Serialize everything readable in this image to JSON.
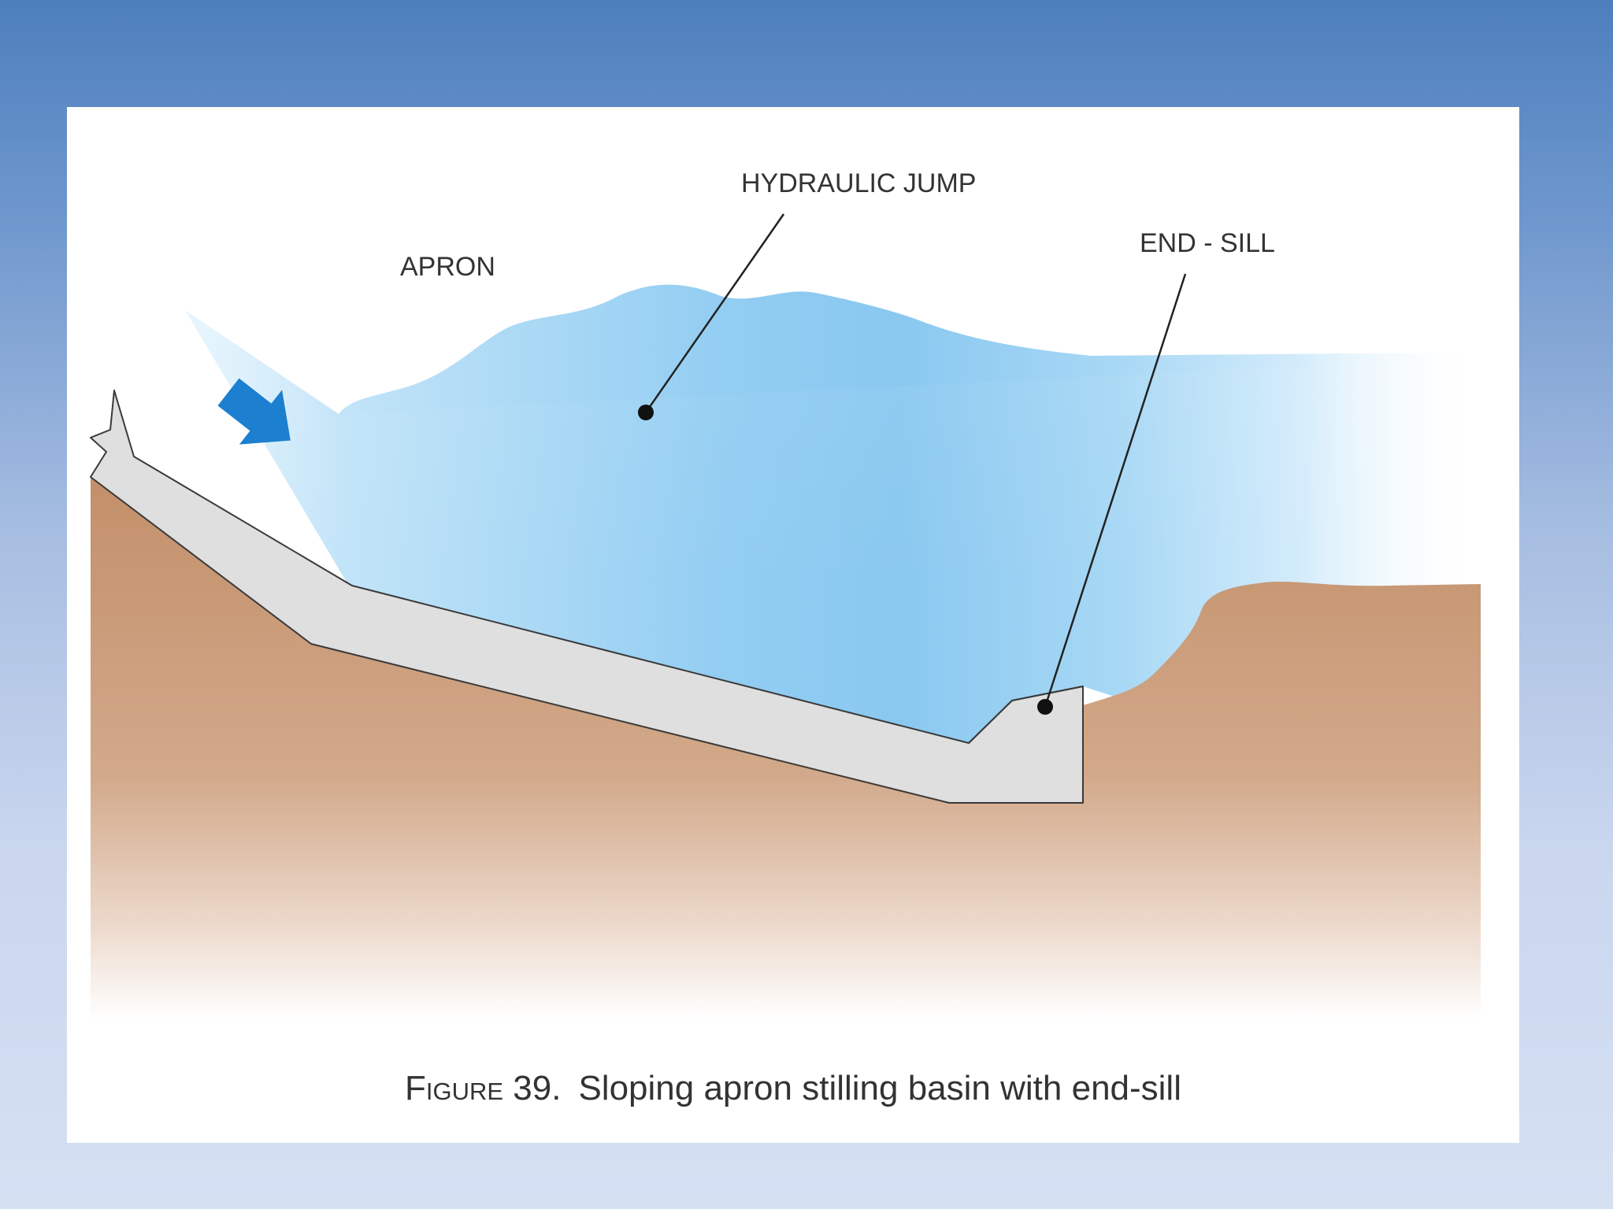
{
  "labels": {
    "apron": "APRON",
    "hydraulic_jump": "HYDRAULIC JUMP",
    "end_sill": "END - SILL"
  },
  "caption": {
    "figure_label": "Figure 39.",
    "text": "Sloping apron stilling basin with end-sill"
  },
  "icons": {
    "flow_arrow": "arrow-down-right-icon"
  },
  "colors": {
    "background_top": "#4d7fbd",
    "background_bottom": "#d6e0f3",
    "water": "#8ecbf0",
    "soil": "#c4906c",
    "concrete": "#dedede",
    "arrow": "#1c7fcf"
  }
}
